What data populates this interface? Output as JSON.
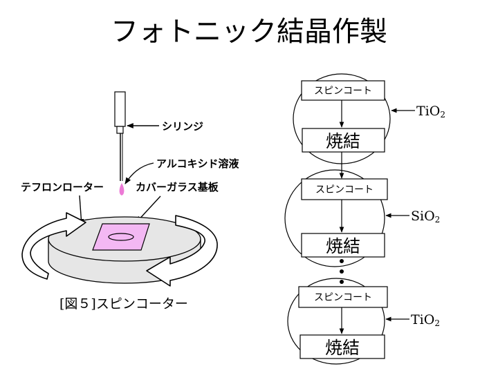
{
  "page": {
    "title": "フォトニック結晶作製"
  },
  "left": {
    "labels": {
      "syringe": "シリンジ",
      "alkoxide": "アルコキシド溶液",
      "rotor": "テフロンローター",
      "cover_glass": "カバーガラス基板"
    },
    "caption": "[図５]スピンコーター",
    "colors": {
      "glass": "#f3b8f3",
      "drop": "#ec7ad6",
      "rotor": "#e6e6e6"
    }
  },
  "flow": {
    "spin_label": "スピンコート",
    "sinter_label": "焼結",
    "steps": [
      {
        "material_main": "TiO",
        "material_sub": "2"
      },
      {
        "material_main": "SiO",
        "material_sub": "2"
      },
      {
        "material_main": "TiO",
        "material_sub": "2"
      }
    ]
  }
}
